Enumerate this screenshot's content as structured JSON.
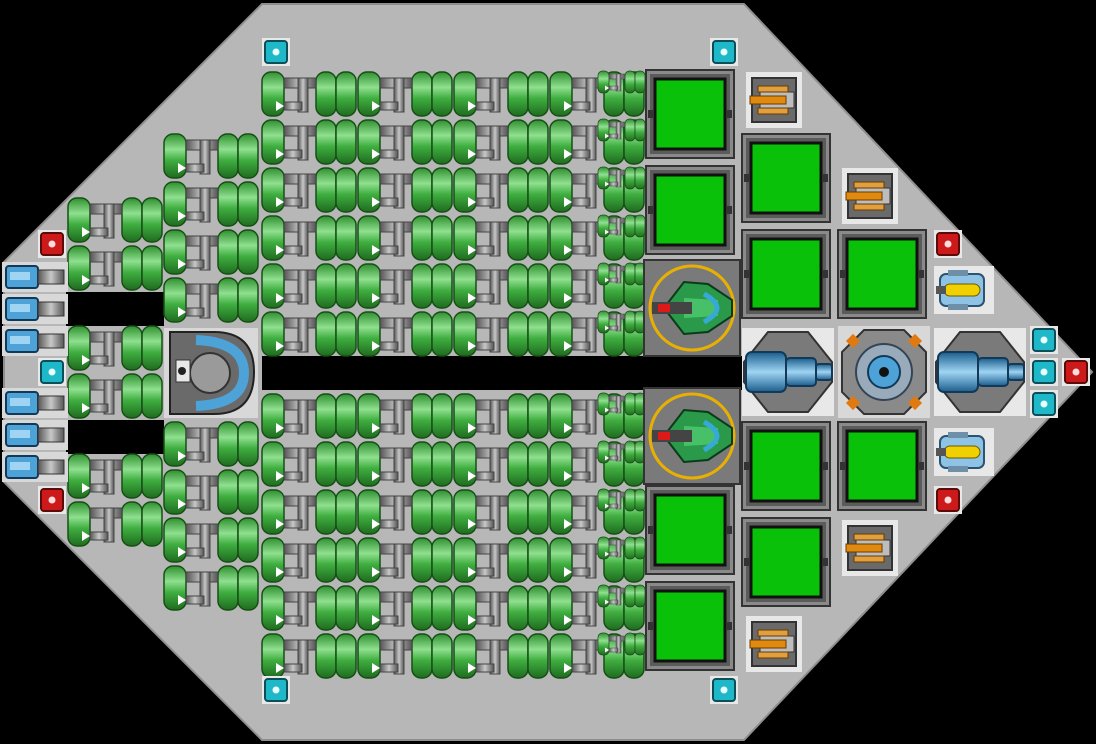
{
  "scene": {
    "background": "#000000",
    "hull_color": "#b7b7b7",
    "hull_edge": "#8e8e8e"
  },
  "palette": {
    "tank_green": "#3fae3f",
    "tank_green_light": "#7fd87f",
    "tank_green_dark": "#1f6b1f",
    "pipe_gray": "#9a9a9a",
    "pipe_dark": "#555555",
    "cargo_green": "#09c109",
    "cargo_frame": "#6b6b6b",
    "cyan": "#1fb8c8",
    "red": "#cc1a1a",
    "orange": "#e08a10",
    "blue_engine": "#4da3d8",
    "yellow": "#f0d000"
  },
  "blocks": {
    "fuel_tank": "fuel-tank",
    "cargo_bay": "cargo-bay",
    "command_module": "command-module",
    "fighter_bay": "fighter-bay",
    "thruster": "thruster",
    "turret_light": "orange-turret",
    "laser": "laser-turret",
    "reactor": "reactor",
    "engine": "blue-engine",
    "cyan_node": "cyan-node",
    "red_node": "red-node"
  }
}
